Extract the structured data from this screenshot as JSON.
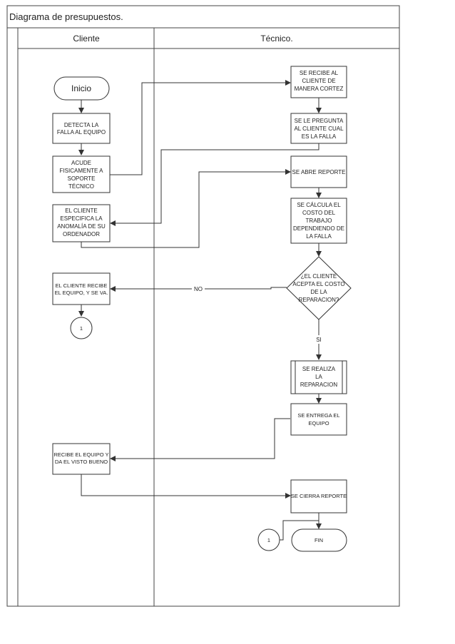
{
  "title": "Diagrama de presupuestos.",
  "lanes": {
    "left": "Cliente",
    "right": "Técnico."
  },
  "nodes": {
    "inicio": "Inicio",
    "detecta": [
      "DETECTA LA",
      "FALLA AL EQUIPO"
    ],
    "acude": [
      "ACUDE",
      "FISICAMENTE A",
      "SOPORTE",
      "TÉCNICO"
    ],
    "especifica": [
      "EL CLIENTE",
      "ESPECIFICA LA",
      "ANOMALÍA DE SU",
      "ORDENADOR"
    ],
    "retira": [
      "EL CLIENTE RECIBE",
      "EL EQUIPO, Y SE VA."
    ],
    "conector_izq": "1",
    "recibe_visto": [
      "RECIBE EL EQUIPO Y",
      "DA EL VISTO BUENO"
    ],
    "recibe": [
      "SE RECIBE AL",
      "CLIENTE DE",
      "MANERA CORTEZ"
    ],
    "pregunta": [
      "SE LE PREGUNTA",
      "AL CLIENTE CUAL",
      "ES LA FALLA"
    ],
    "reporte": [
      "SE ABRE REPORTE"
    ],
    "calcula": [
      "SE CÁLCULA EL",
      "COSTO DEL",
      "TRABAJO",
      "DEPENDIENDO DE",
      "LA FALLA"
    ],
    "decision": [
      "¿EL CLIENTE",
      "ACEPTA EL COSTO",
      "DE LA",
      "REPARACION?"
    ],
    "realiza": [
      "SE REALIZA",
      "LA",
      "REPARACION"
    ],
    "entrega": [
      "SE ENTREGA EL",
      "EQUIPO"
    ],
    "cierra": [
      "SE CIERRA REPORTE"
    ],
    "conector_der": "1",
    "fin": "FIN"
  },
  "labels": {
    "no": "NO",
    "si": "SI"
  }
}
